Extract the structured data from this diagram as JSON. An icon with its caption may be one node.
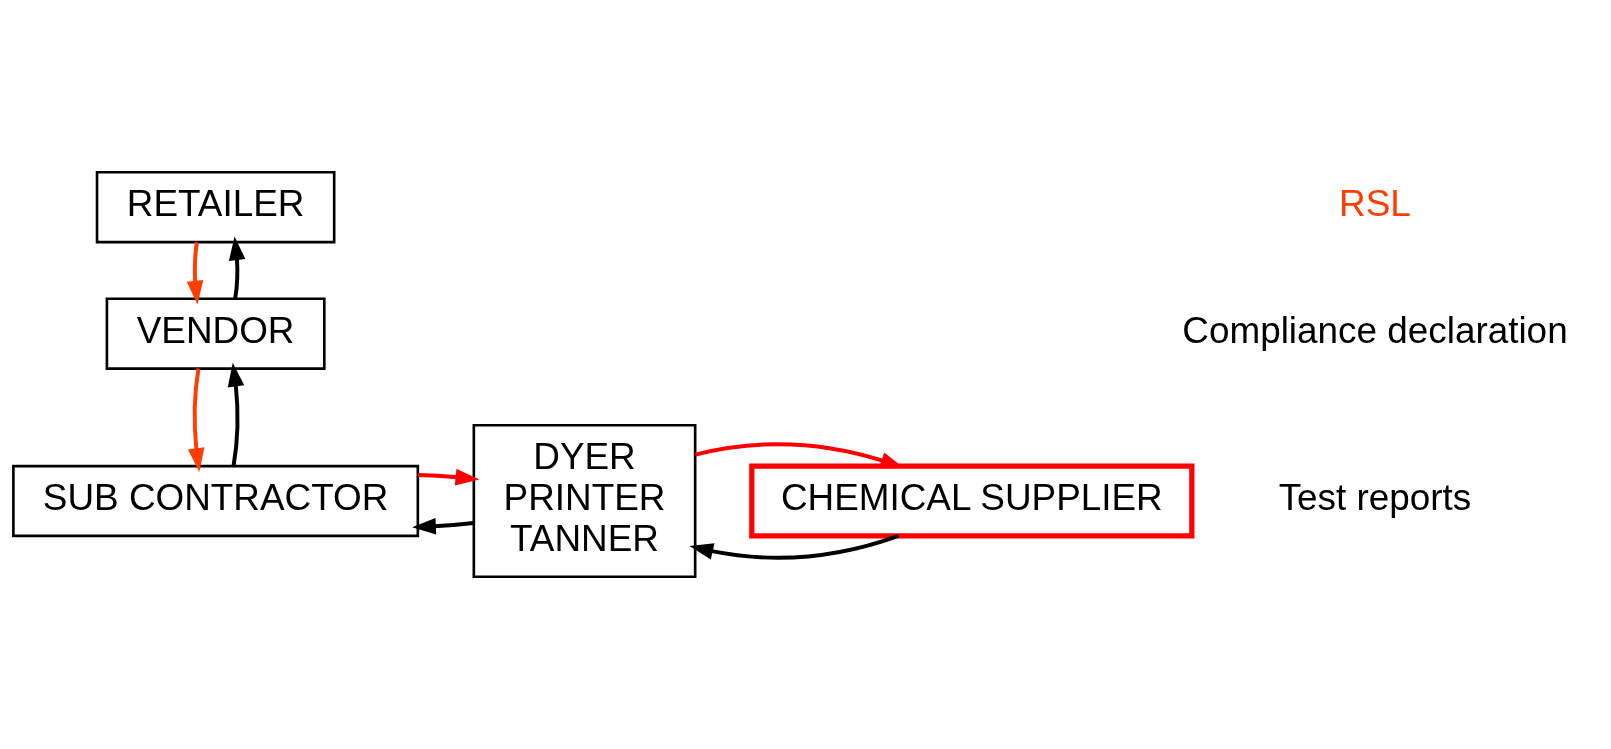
{
  "diagram": {
    "nodes": [
      {
        "text": [
          "RETAILER"
        ]
      },
      {
        "text": [
          "VENDOR"
        ]
      },
      {
        "text": [
          "SUB CONTRACTOR"
        ]
      },
      {
        "text": [
          "DYER",
          "PRINTER",
          "TANNER"
        ]
      },
      {
        "text": [
          "CHEMICAL SUPPLIER"
        ]
      }
    ],
    "edges": [
      {
        "from": 0,
        "to": 1,
        "arrow": "to",
        "color": "#ff3d00"
      },
      {
        "from": 1,
        "to": 0,
        "arrow": "to"
      },
      {
        "from": 1,
        "to": 2,
        "arrow": "to",
        "color": "#ff3d00"
      },
      {
        "from": 2,
        "to": 1,
        "arrow": "to"
      },
      {
        "from": 3,
        "to": 2,
        "arrow": "to"
      },
      {
        "from": 2,
        "to": 3,
        "arrow": "to",
        "color": "#ff0000"
      },
      {
        "from": 4,
        "to": 3,
        "arrow": "to"
      },
      {
        "from": 3,
        "to": 4,
        "arrow": "to",
        "color": "#ff0000"
      }
    ],
    "labels": [
      "RSL",
      "Compliance declaration",
      "Test reports"
    ]
  }
}
